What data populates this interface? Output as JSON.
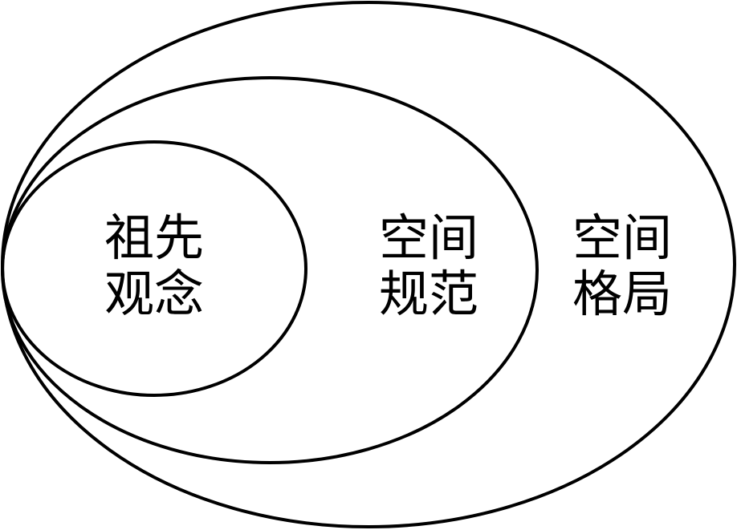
{
  "diagram": {
    "type": "nested-ellipses",
    "stroke_color": "#000000",
    "background_color": "#ffffff",
    "regions": [
      {
        "line1": "祖先",
        "line2": "观念"
      },
      {
        "line1": "空间",
        "line2": "规范"
      },
      {
        "line1": "空间",
        "line2": "格局"
      }
    ]
  }
}
